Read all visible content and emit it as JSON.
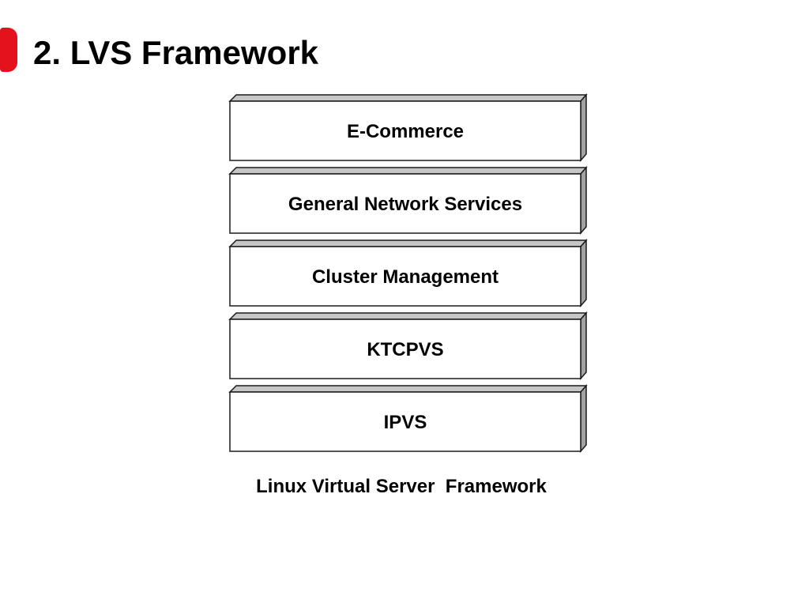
{
  "slide": {
    "title": "2. LVS Framework"
  },
  "diagram": {
    "layers": [
      {
        "label": "E-Commerce"
      },
      {
        "label": "General Network Services"
      },
      {
        "label": "Cluster Management"
      },
      {
        "label": "KTCPVS"
      },
      {
        "label": "IPVS"
      }
    ],
    "caption": "Linux Virtual Server  Framework"
  },
  "colors": {
    "accent": "#e3121c",
    "text": "#000000",
    "layer_front": "#ffffff",
    "layer_top": "#c6c6c6",
    "layer_side": "#a2a2a2",
    "layer_outline": "#1a1a1a"
  }
}
